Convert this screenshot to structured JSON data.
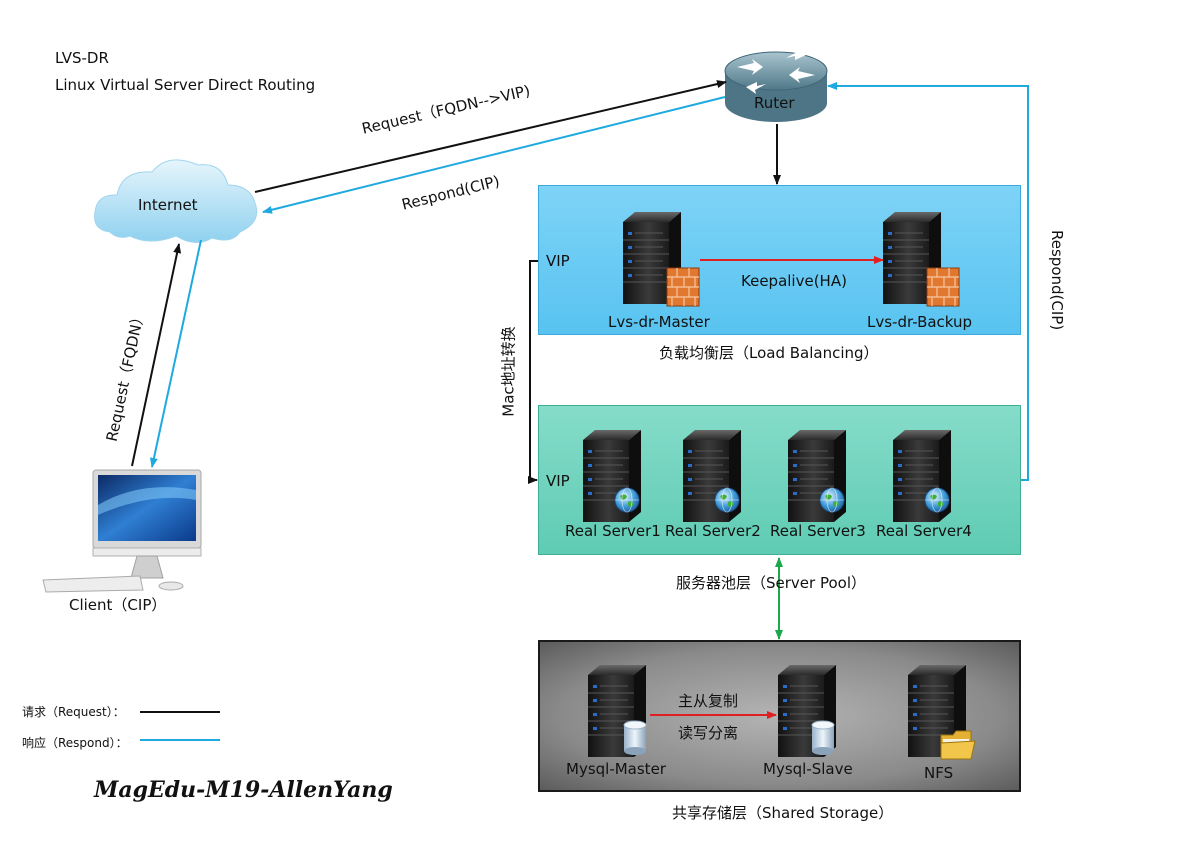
{
  "header": {
    "line1": "LVS-DR",
    "line2": "Linux Virtual Server Direct Routing"
  },
  "nodes": {
    "router": "Ruter",
    "internet": "Internet",
    "client": "Client（CIP）"
  },
  "edges": {
    "internet_to_router": "Request（FQDN-->VIP)",
    "router_to_internet": "Respond(CIP)",
    "client_to_internet": "Request（FQDN）",
    "pool_to_router": "Respond(CIP)",
    "mac_translation": "Mac地址转换",
    "keepalive": "Keepalive(HA)",
    "replication_top": "主从复制",
    "replication_bottom": "读写分离"
  },
  "load_balancing": {
    "vip": "VIP",
    "master": "Lvs-dr-Master",
    "backup": "Lvs-dr-Backup",
    "caption": "负载均衡层（Load Balancing）"
  },
  "server_pool": {
    "vip": "VIP",
    "servers": [
      "Real Server1",
      "Real Server2",
      "Real Server3",
      "Real Server4"
    ],
    "caption": "服务器池层（Server Pool）"
  },
  "shared_storage": {
    "mysql_master": "Mysql-Master",
    "mysql_slave": "Mysql-Slave",
    "nfs": "NFS",
    "caption": "共享存储层（Shared Storage）"
  },
  "legend": {
    "request": "请求（Request）：",
    "respond": "响应（Respond）："
  },
  "signature": "MagEdu-M19-AllenYang",
  "colors": {
    "request_line": "#111111",
    "respond_line": "#1ea9e1",
    "keepalive_arrow": "#e02020",
    "storage_link": "#1aa84a",
    "lb_panel": "#6ccbf4",
    "pool_panel": "#72d4bf",
    "storage_panel": "#8a8a8a"
  }
}
